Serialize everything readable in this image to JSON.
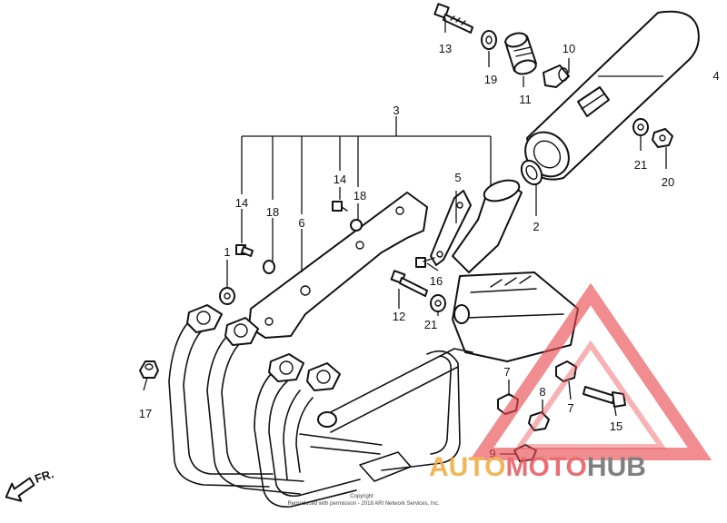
{
  "diagram": {
    "direction_label": "FR.",
    "copyright_lines": [
      "Copyright",
      "Reproduced with permission - 2018 ARI Network Services, Inc."
    ],
    "callouts": {
      "c1": "1",
      "c2": "2",
      "c3": "3",
      "c4": "4",
      "c5": "5",
      "c6": "6",
      "c7a": "7",
      "c7b": "7",
      "c8": "8",
      "c9": "9",
      "c10": "10",
      "c11": "11",
      "c12": "12",
      "c13": "13",
      "c14a": "14",
      "c14b": "14",
      "c15": "15",
      "c16": "16",
      "c17": "17",
      "c18a": "18",
      "c18b": "18",
      "c19": "19",
      "c20": "20",
      "c21a": "21",
      "c21b": "21"
    }
  },
  "watermark": {
    "logo": "AUTOMOTOHUB",
    "part1": "AUTO",
    "part2": "MOTO",
    "part3": "HUB",
    "colors": {
      "auto": "#f2a93b",
      "moto": "#e8555b",
      "hub": "#6b6b6b",
      "triangle": "#e94c52"
    }
  }
}
